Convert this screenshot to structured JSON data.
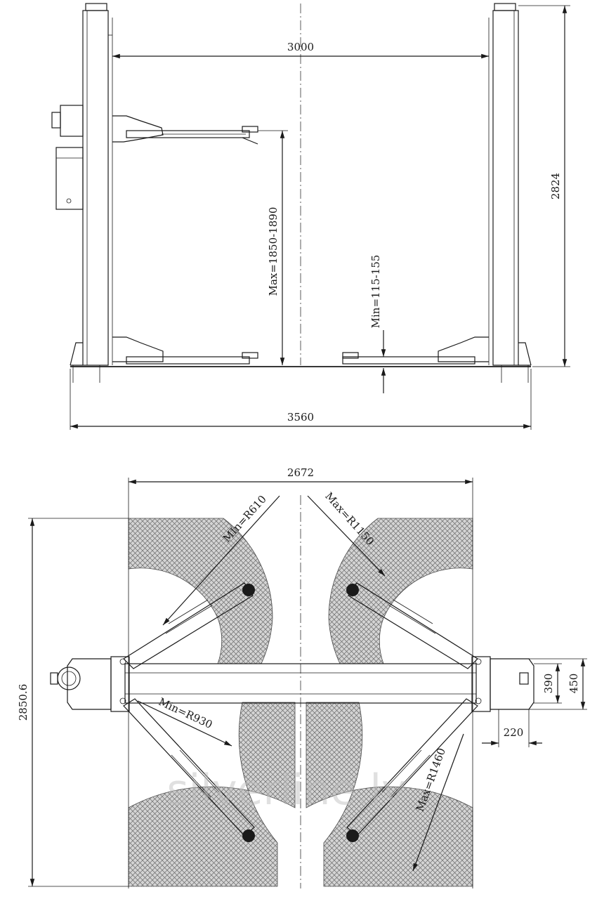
{
  "front_view": {
    "width_between_columns": "3000",
    "overall_width": "3560",
    "overall_height": "2824",
    "max_lift_height": "Max=1850-1890",
    "min_pad_height": "Min=115-155"
  },
  "top_view": {
    "overall_width": "2672",
    "overall_depth": "2850.6",
    "min_radius_short_arm": "MIn=R610",
    "max_radius_short_arm": "Max=R1150",
    "min_radius_long_arm": "Min=R930",
    "max_radius_long_arm": "Max=R1460",
    "column_width_inner": "390",
    "column_width_outer": "450",
    "column_depth": "220"
  },
  "watermark": "silverline.lv",
  "colors": {
    "line": "#1a1a1a",
    "hatch": "#9a9a9a",
    "watermark": "#bcbcbc"
  }
}
